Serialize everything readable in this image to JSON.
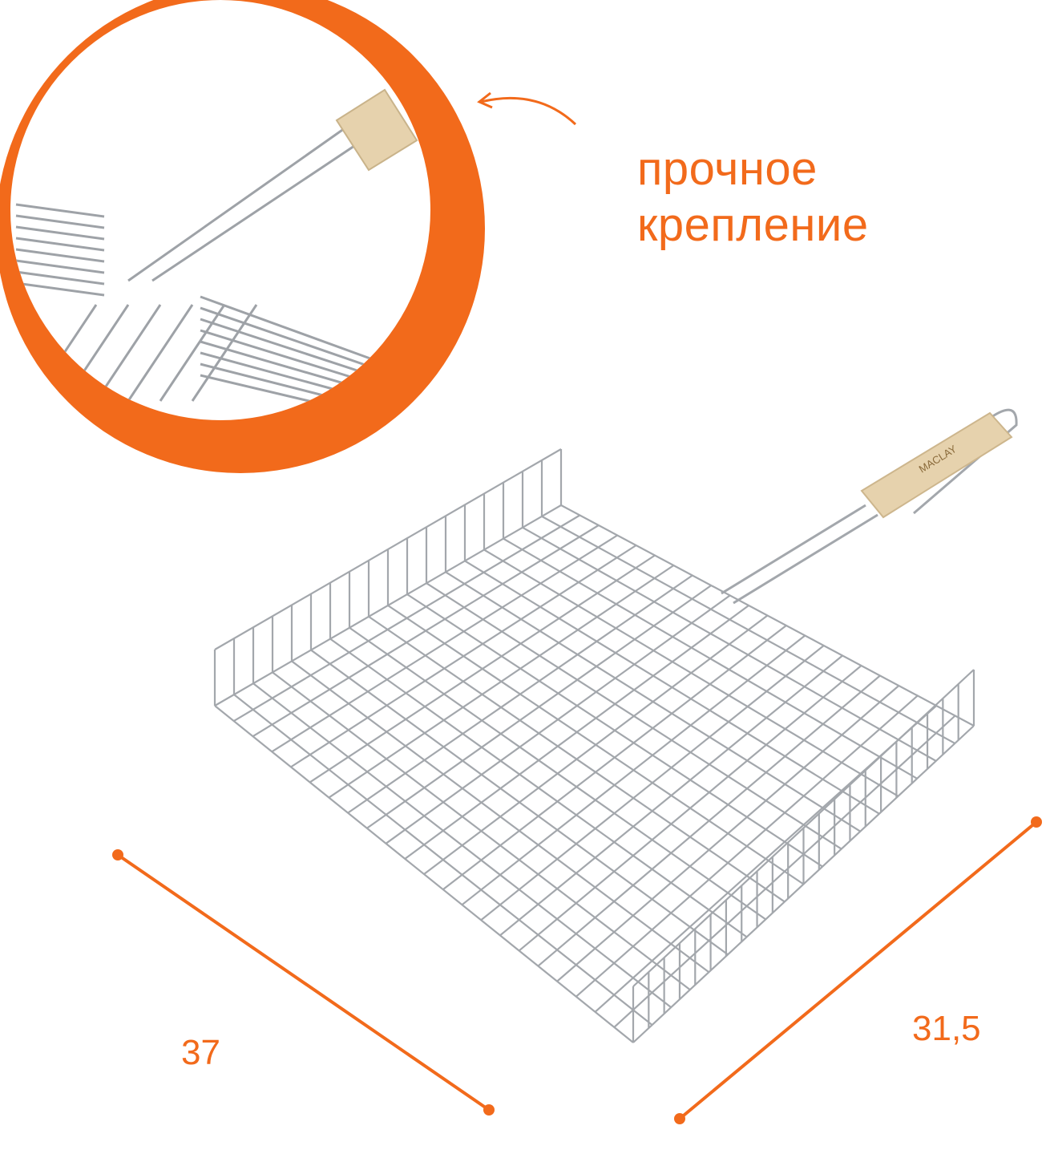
{
  "feature_callout": {
    "line1": "прочное",
    "line2": "крепление"
  },
  "dimensions": {
    "length": "37",
    "width": "31,5"
  },
  "handle_logo": "MACLAY",
  "colors": {
    "accent": "#f26a1b",
    "wire": "#a9acb0",
    "wood": "#e6d2ad"
  },
  "icons": [
    "curved-arrow-icon",
    "zoom-circle-icon",
    "dimension-line-icon"
  ]
}
